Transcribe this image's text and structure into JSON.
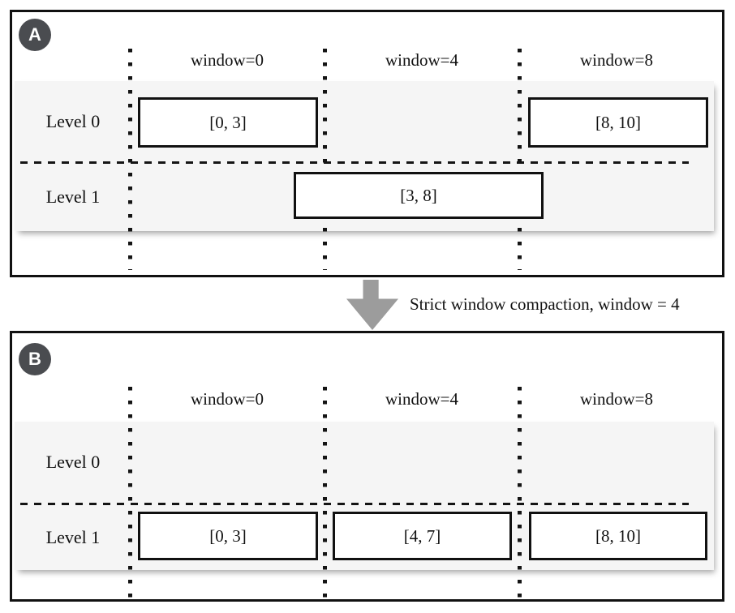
{
  "panelA": {
    "badge": "A",
    "windows": [
      "window=0",
      "window=4",
      "window=8"
    ],
    "level0": {
      "label": "Level 0",
      "box1": "[0, 3]",
      "box2": "[8, 10]"
    },
    "level1": {
      "label": "Level 1",
      "box1": "[3, 8]"
    }
  },
  "arrow": {
    "label": "Strict window compaction, window = 4"
  },
  "panelB": {
    "badge": "B",
    "windows": [
      "window=0",
      "window=4",
      "window=8"
    ],
    "level0": {
      "label": "Level 0"
    },
    "level1": {
      "label": "Level 1",
      "box1": "[0, 3]",
      "box2": "[4, 7]",
      "box3": "[8, 10]"
    }
  },
  "colors": {
    "panel_border": "#111111",
    "row_bg": "#f5f5f5",
    "badge_bg": "#4a4c50",
    "arrow": "#9c9c9c",
    "line": "#141414"
  }
}
